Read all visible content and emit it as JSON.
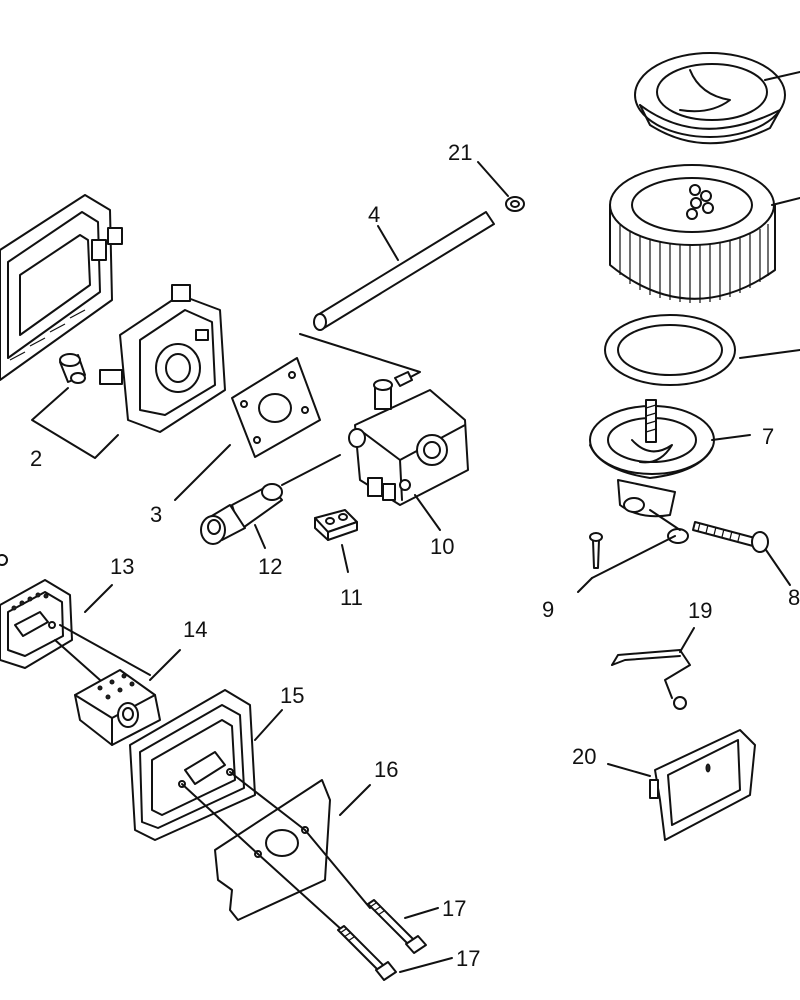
{
  "labels": {
    "l2": "2",
    "l3": "3",
    "l4": "4",
    "l7": "7",
    "l8": "8",
    "l9": "9",
    "l10": "10",
    "l11": "11",
    "l12": "12",
    "l13": "13",
    "l14": "14",
    "l15": "15",
    "l16": "16",
    "l17a": "17",
    "l17b": "17",
    "l19": "19",
    "l20": "20",
    "l21": "21"
  }
}
